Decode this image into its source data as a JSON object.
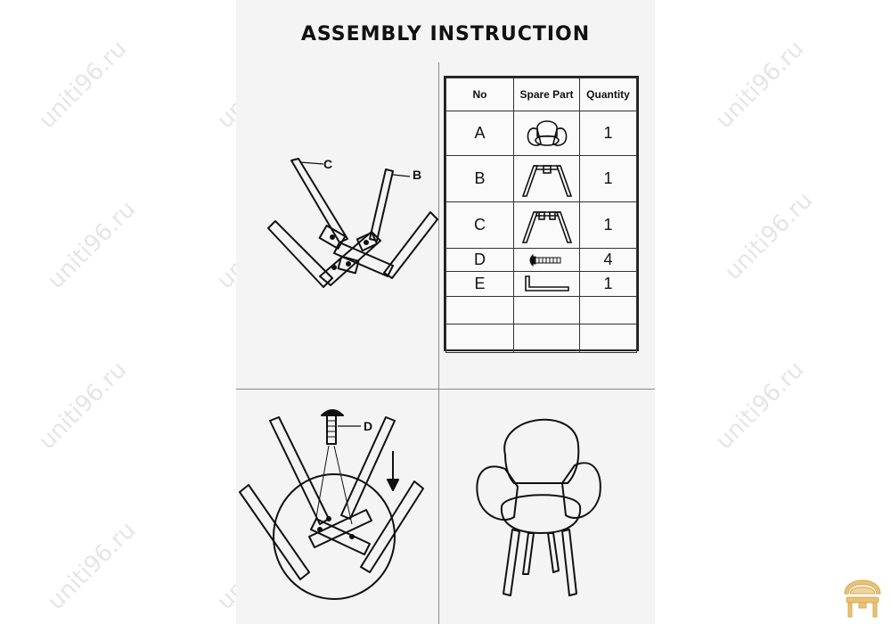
{
  "document": {
    "title": "ASSEMBLY INSTRUCTION"
  },
  "parts_table": {
    "headers": [
      "No",
      "Spare Part",
      "Quantity"
    ],
    "rows": [
      {
        "no": "A",
        "part_icon": "chair-seat-icon",
        "qty": "1"
      },
      {
        "no": "B",
        "part_icon": "leg-frame-icon",
        "qty": "1"
      },
      {
        "no": "C",
        "part_icon": "leg-frame-icon",
        "qty": "1"
      },
      {
        "no": "D",
        "part_icon": "bolt-icon",
        "qty": "4"
      },
      {
        "no": "E",
        "part_icon": "hex-key-icon",
        "qty": "1"
      },
      {
        "no": "",
        "part_icon": "",
        "qty": ""
      },
      {
        "no": "",
        "part_icon": "",
        "qty": ""
      }
    ]
  },
  "step1": {
    "label_c": "C",
    "label_b": "B"
  },
  "step2": {
    "label_d": "D"
  },
  "watermark_text": "uniti96.ru"
}
